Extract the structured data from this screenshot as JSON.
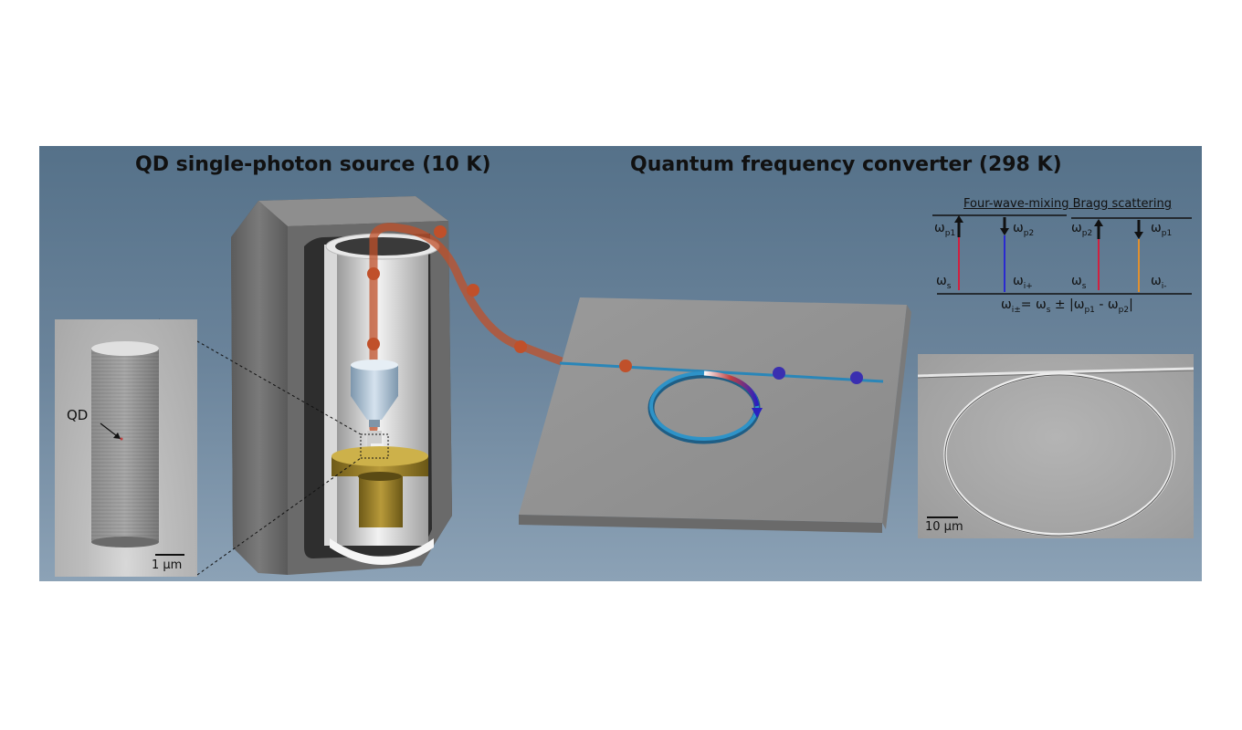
{
  "titles": {
    "left": "QD single-photon source (10 K)",
    "right": "Quantum frequency converter (298 K)"
  },
  "sem_pillar": {
    "qd_label": "QD",
    "scale": "1 μm"
  },
  "sem_ring": {
    "scale": "10 μm"
  },
  "fwm": {
    "title": "Four-wave-mixing Bragg scattering",
    "omega": "ω",
    "sub_p1": "p1",
    "sub_p2": "p2",
    "sub_s": "s",
    "sub_i_plus": "i+",
    "sub_i_minus": "i-",
    "sub_i_pm": "i±",
    "equation_mid": "= ω",
    "equation_pm": " ± |ω",
    "equation_minus": " - ω",
    "equation_end": "|"
  },
  "colors": {
    "background_top": "#557189",
    "background_bottom": "#8ca2b6",
    "photon_red": "#c0502a",
    "photon_blue": "#3a2fb0",
    "waveguide": "#2a86b8",
    "arrow_red": "#d02040",
    "arrow_blue": "#2a2ad0",
    "arrow_orange": "#e09030"
  },
  "icons": [
    "cryostat-icon",
    "objective-lens-icon",
    "sample-stage-icon",
    "optical-fiber-icon",
    "photon-icon",
    "microring-chip-icon"
  ]
}
